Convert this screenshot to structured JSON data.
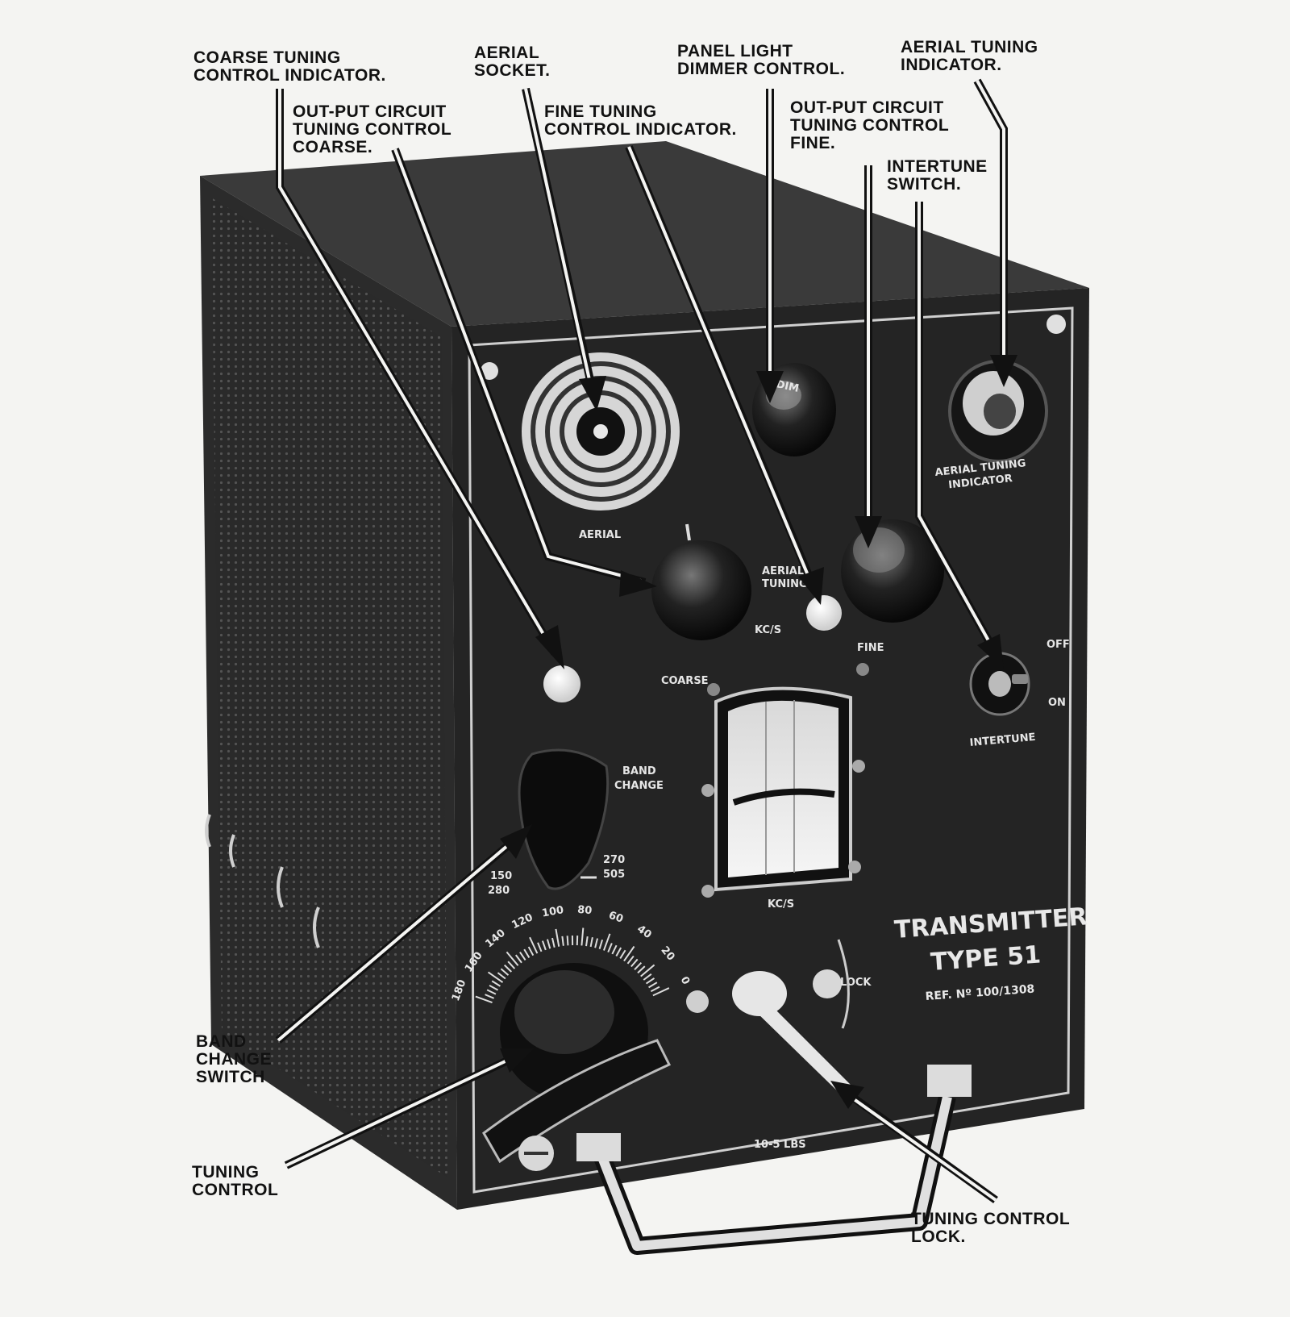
{
  "callouts": {
    "coarse_tuning_indicator": [
      "COARSE TUNING",
      "CONTROL INDICATOR."
    ],
    "output_coarse": [
      "OUT-PUT CIRCUIT",
      "TUNING CONTROL",
      "COARSE."
    ],
    "aerial_socket": [
      "AERIAL",
      "SOCKET."
    ],
    "fine_tuning_indicator": [
      "FINE TUNING",
      "CONTROL INDICATOR."
    ],
    "panel_light_dimmer": [
      "PANEL LIGHT",
      "DIMMER CONTROL."
    ],
    "output_fine": [
      "OUT-PUT CIRCUIT",
      "TUNING CONTROL",
      "FINE."
    ],
    "aerial_tuning_indicator": [
      "AERIAL TUNING",
      "INDICATOR."
    ],
    "intertune_switch": [
      "INTERTUNE",
      "SWITCH."
    ],
    "band_change_switch": [
      "BAND",
      "CHANGE",
      "SWITCH"
    ],
    "tuning_control": [
      "TUNING",
      "CONTROL"
    ],
    "tuning_control_lock": [
      "TUNING CONTROL",
      "LOCK."
    ]
  },
  "panel": {
    "aerial": "AERIAL",
    "dim": "DIM",
    "aerial_tuning_indicator": [
      "AERIAL TUNING",
      "INDICATOR"
    ],
    "aerial_tuning": [
      "AERIAL",
      "TUNING"
    ],
    "kcs_upper": "KC/S",
    "coarse": "COARSE",
    "fine": "FINE",
    "off": "OFF",
    "on": "ON",
    "intertune": "INTERTUNE",
    "band_change": [
      "BAND",
      "CHANGE"
    ],
    "band_left": [
      "150",
      "280"
    ],
    "band_right": [
      "270",
      "505"
    ],
    "kcs_meter": "KC/S",
    "lock": "LOCK",
    "weight": "10-5 LBS",
    "dial_numbers": [
      "180",
      "160",
      "140",
      "120",
      "100",
      "80",
      "60",
      "40",
      "20",
      "0"
    ]
  },
  "nameplate": {
    "line1": "TRANSMITTER",
    "line2": "TYPE 51",
    "line3": "REF. Nº 100/1308"
  }
}
